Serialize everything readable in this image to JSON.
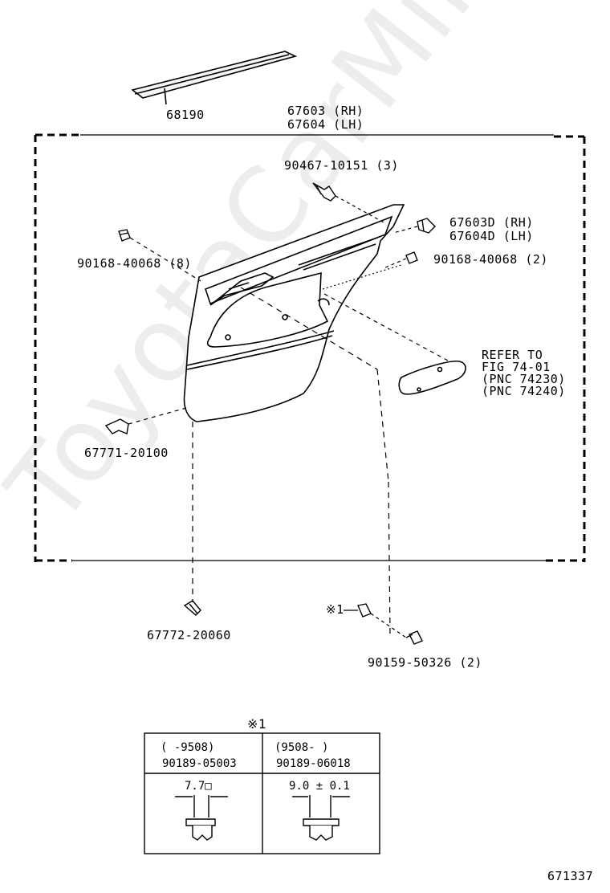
{
  "watermark": "ToyotaCarMine.ru",
  "diagram_id": "671337",
  "parts": {
    "p68190": "68190",
    "p67603": "67603 (RH)",
    "p67604": "67604 (LH)",
    "p90467": "90467-10151 (3)",
    "p67603d": "67603D (RH)",
    "p67604d": "67604D (LH)",
    "p90168_left": "90168-40068 (8)",
    "p90168_right": "90168-40068 (2)",
    "refer_1": "REFER TO",
    "refer_2": "FIG 74-01",
    "refer_3": "(PNC 74230)",
    "refer_4": "(PNC 74240)",
    "p67771": "67771-20100",
    "p67772": "67772-20060",
    "mark1_callout": "※1",
    "p90159": "90159-50326 (2)"
  },
  "detail_table": {
    "title": "※1",
    "col1_range": "(     -9508)",
    "col1_part": "90189-05003",
    "col1_dim": "7.7□",
    "col2_range": "(9508-     )",
    "col2_part": "90189-06018",
    "col2_dim": "9.0 ± 0.1"
  }
}
